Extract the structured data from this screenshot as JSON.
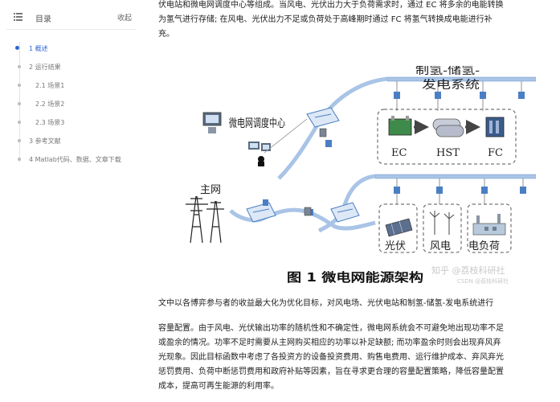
{
  "toc": {
    "title": "目录",
    "collapse_label": "收起",
    "items": [
      {
        "label": "1 概述",
        "active": true
      },
      {
        "label": "2 运行结果",
        "active": false
      },
      {
        "label": "2.1 场景1",
        "active": false
      },
      {
        "label": "2.2 场景2",
        "active": false
      },
      {
        "label": "2.3 场景3",
        "active": false
      },
      {
        "label": "3 参考文献",
        "active": false
      },
      {
        "label": "4 Matlab代码、数据、文章下载",
        "active": false
      }
    ]
  },
  "article": {
    "intro_line1": "伏电站和微电网调度中心等组成。当风电、光伏出力大于负荷需求时，通过 EC 将多余的电能转换",
    "intro_line2": "为氢气进行存储; 在风电、光伏出力不足或负荷处于高峰期时通过 FC 将氢气转换成电能进行补",
    "intro_line3": "充。",
    "para2_line1": "文中以各博弈参与者的收益最大化为优化目标，对风电场、光伏电站和制氢-储氢-发电系统进行",
    "para3_line1": "容量配置。由于风电、光伏输出功率的随机性和不确定性，微电网系统会不可避免地出现功率不足",
    "para3_line2": "或盈余的情况。功率不足时需要从主网购买相应的功率以补足缺额; 而功率盈余时则会出现弃风弃",
    "para3_line3": "光现象。因此目标函数中考虑了各投资方的设备投资费用、购售电费用、运行维护成本、弃风弃光",
    "para3_line4": "惩罚费用、负荷中断惩罚费用和政府补贴等因素，旨在寻求更合理的容量配置策略，降低容量配置",
    "para3_line5": "成本，提高可再生能源的利用率。"
  },
  "figure": {
    "dispatch_center": "微电网调度中心",
    "main_grid": "主网",
    "hydrogen_system_line1": "制氢-储氢-",
    "hydrogen_system_line2": "发电系统",
    "ec": "EC",
    "hst": "HST",
    "fc": "FC",
    "pv": "光伏",
    "wind": "风电",
    "load": "电负荷",
    "caption": "图 1   微电网能源架构",
    "watermark1": "知乎 @荔枝科研社",
    "watermark2": "CSDN @荔枝科研社"
  },
  "colors": {
    "accent": "#2e67d6",
    "bus": "#a9c4e6",
    "node": "#4b7fc4",
    "dashed_box": "#555555"
  }
}
